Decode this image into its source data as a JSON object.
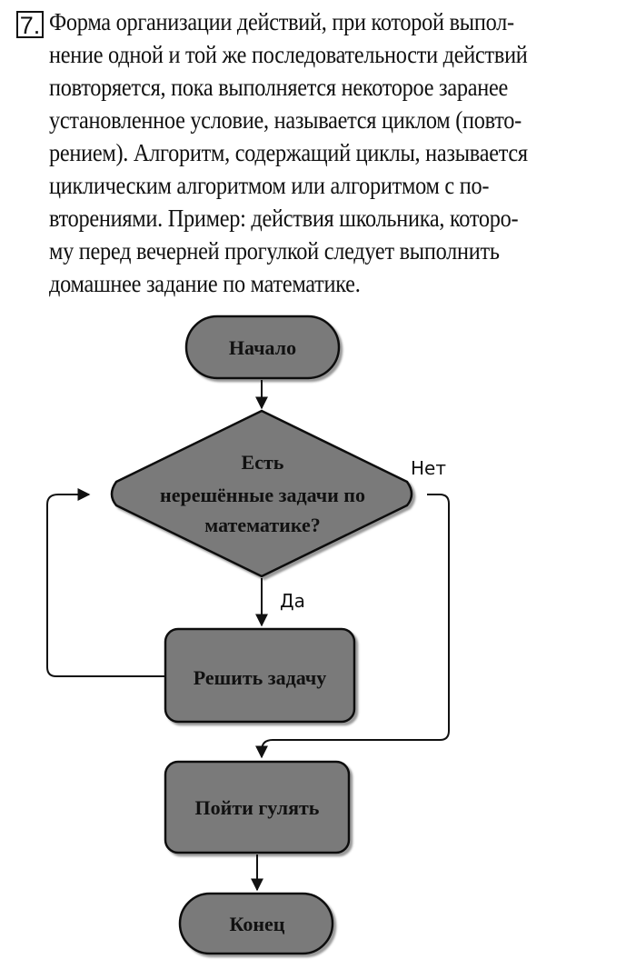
{
  "task": {
    "number": "7.",
    "lines": [
      "Форма организации действий, при которой выпол-",
      "нение одной и той же последовательности действий",
      "повторяется, пока выполняется некоторое заранее",
      "установленное условие, называется циклом (повто-",
      "рением). Алгоритм, содержащий циклы, называется",
      "циклическим алгоритмом или алгоритмом с по-",
      "вторениями. Пример: действия школьника, которо-",
      "му перед вечерней прогулкой следует выполнить",
      "домашнее задание по математике."
    ]
  },
  "flowchart": {
    "start": "Начало",
    "condition_lines": [
      "Есть",
      "нерешённые задачи по",
      "математике?"
    ],
    "yes_label": "Да",
    "no_label": "Нет",
    "loop_action": "Решить задачу",
    "exit_action": "Пойти гулять",
    "end": "Конец"
  },
  "colors": {
    "node_fill": "#7a7a7a",
    "stroke": "#111111"
  }
}
